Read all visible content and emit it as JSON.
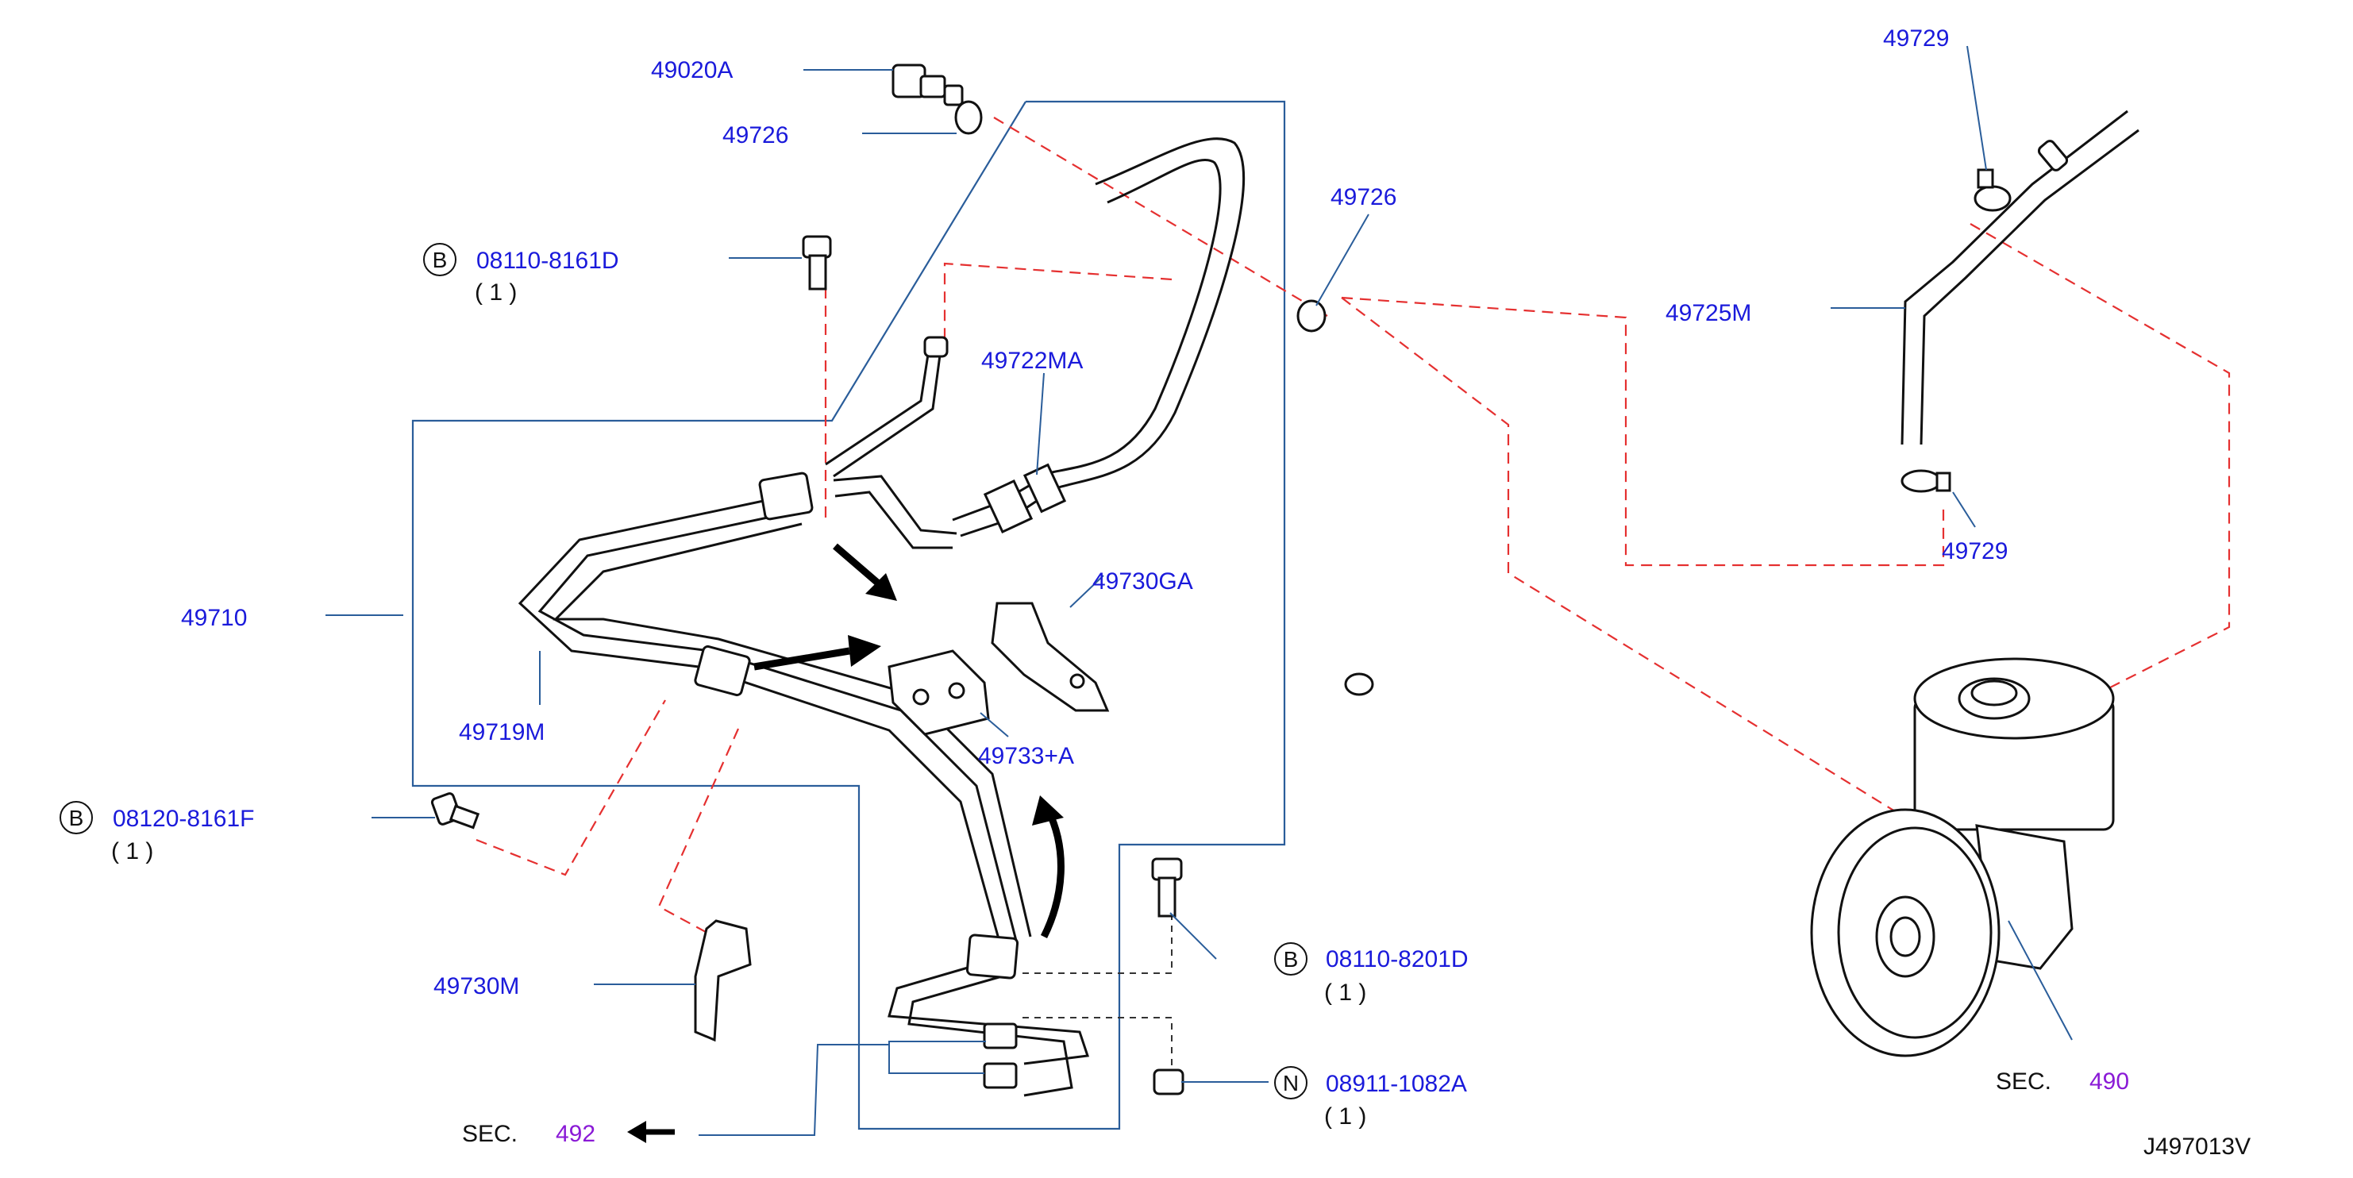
{
  "labels": {
    "p49020A": "49020A",
    "p49726_top": "49726",
    "p49726_mid": "49726",
    "p49729_top": "49729",
    "p49729_bot": "49729",
    "p49725M": "49725M",
    "p49722MA": "49722MA",
    "p49730GA": "49730GA",
    "p49710": "49710",
    "p49719M": "49719M",
    "p49733A": "49733+A",
    "p49730M": "49730M"
  },
  "bolts": [
    {
      "symbol": "B",
      "code": "08110-8161D",
      "qty": "( 1 )"
    },
    {
      "symbol": "B",
      "code": "08120-8161F",
      "qty": "( 1 )"
    },
    {
      "symbol": "B",
      "code": "08110-8201D",
      "qty": "( 1 )"
    },
    {
      "symbol": "N",
      "code": "08911-1082A",
      "qty": "( 1 )"
    }
  ],
  "sections": [
    {
      "prefix": "SEC.",
      "number": "492"
    },
    {
      "prefix": "SEC.",
      "number": "490"
    }
  ],
  "diagram_code": "J497013V",
  "colors": {
    "label": "#1a1adb",
    "leader": "#2a5d9a",
    "dashed_connector": "#e53030",
    "section_number": "#8a1ad6"
  }
}
